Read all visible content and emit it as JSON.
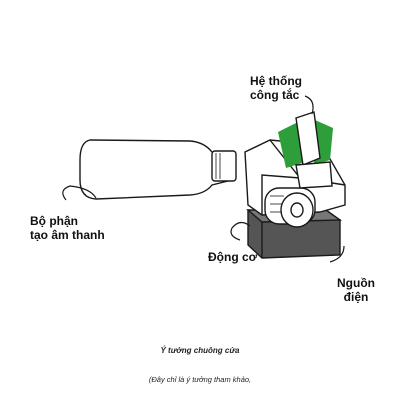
{
  "labels": {
    "switch": [
      "Hệ thống",
      "công tắc"
    ],
    "sound": [
      "Bộ phận",
      "tạo âm thanh"
    ],
    "motor": "Động cơ",
    "power": [
      "Nguồn",
      "điện"
    ]
  },
  "caption": {
    "title": "Ý tưởng chuông cửa",
    "note": "(Đây chỉ là ý tưởng tham khảo,"
  },
  "colors": {
    "accent_green": "#2e9e3a",
    "dark_box": "#555555",
    "outline": "#1a1a1a"
  }
}
